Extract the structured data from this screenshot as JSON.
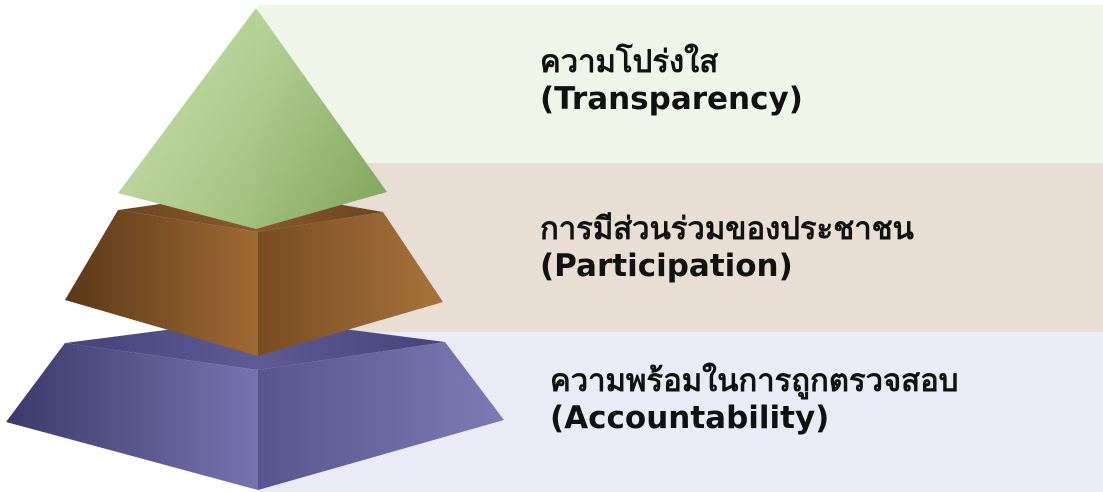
{
  "levels": [
    {
      "id": "top",
      "thai": "ความโปร่งใส",
      "english": "(Transparency)",
      "band_color": "#eff6e9",
      "shape_color_light": "#c3dca6",
      "shape_color_dark": "#8fb06a"
    },
    {
      "id": "mid",
      "thai": "การมีส่วนร่วมของประชาชน",
      "english": "(Participation)",
      "band_color": "#e8ded3",
      "shape_color_light": "#9c6a36",
      "shape_color_dark": "#5e3a1a"
    },
    {
      "id": "bot",
      "thai": "ความพร้อมในการถูกตรวจสอบ",
      "english": "(Accountability)",
      "band_color": "#ebebf7",
      "shape_color_light": "#6e6aa6",
      "shape_color_dark": "#3f3c6c"
    }
  ]
}
